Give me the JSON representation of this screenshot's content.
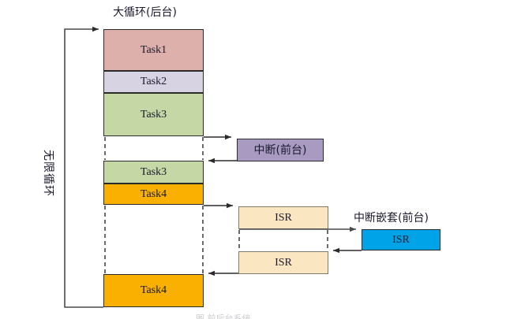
{
  "diagram": {
    "title_top": "大循环(后台)",
    "loop_label": "无限循环",
    "nested_label": "中断嵌套(前台)",
    "caption": "图 前后台系统",
    "colors": {
      "task1": "#ddb0ac",
      "task2": "#d8d3e3",
      "task3": "#c4d7a4",
      "task4": "#f9b000",
      "interrupt": "#a89ac0",
      "isr": "#fbe6c2",
      "nested_isr": "#00a2e8",
      "stroke": "#2b2b2b",
      "isr_stroke": "#7d7a6e",
      "text": "#1a1a2e",
      "background": "#ffffff"
    },
    "background_stack": [
      {
        "label": "Task1",
        "color_key": "task1"
      },
      {
        "label": "Task2",
        "color_key": "task2"
      },
      {
        "label": "Task3",
        "color_key": "task3"
      },
      {
        "label": "Task3",
        "color_key": "task3"
      },
      {
        "label": "Task4",
        "color_key": "task4"
      },
      {
        "label": "Task4",
        "color_key": "task4"
      }
    ],
    "foreground": {
      "interrupt_label": "中断(前台)",
      "isr_first_label": "ISR",
      "isr_second_label": "ISR",
      "nested_isr_label": "ISR"
    }
  }
}
